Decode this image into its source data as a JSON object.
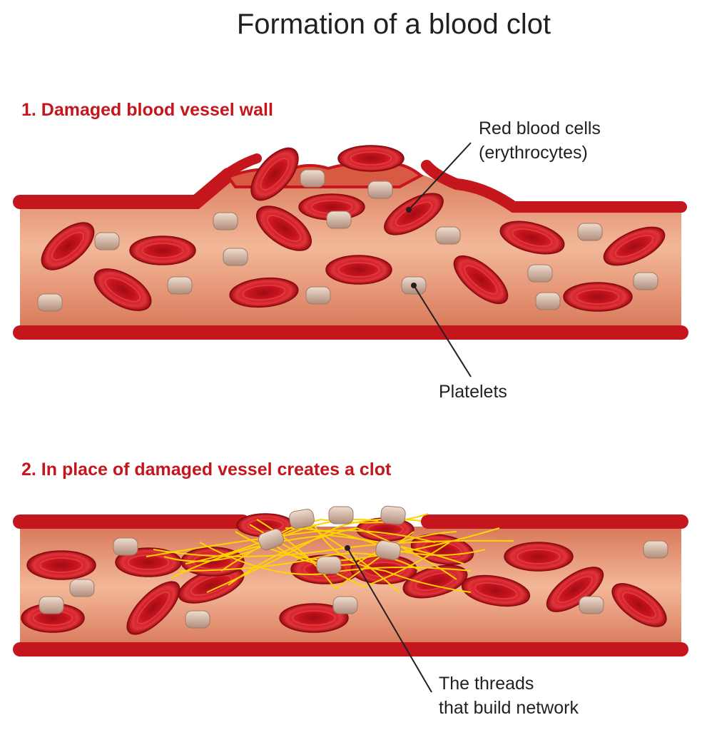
{
  "title": "Formation of a blood clot",
  "steps": [
    {
      "label": "1. Damaged blood vessel wall"
    },
    {
      "label": "2. In place of damaged vessel creates a clot"
    }
  ],
  "labels": {
    "red_blood_cells": [
      "Red blood cells",
      "(erythrocytes)"
    ],
    "platelets": "Platelets",
    "threads": [
      "The threads",
      "that build network"
    ]
  },
  "colors": {
    "vessel_wall": "#c4161c",
    "vessel_interior": "#e8a07e",
    "red_blood_cell": "#c8141e",
    "platelet": "#d6b6a4",
    "fibrin_thread": "#ffd400",
    "title_text": "#231f20",
    "step_text": "#c4161c"
  }
}
